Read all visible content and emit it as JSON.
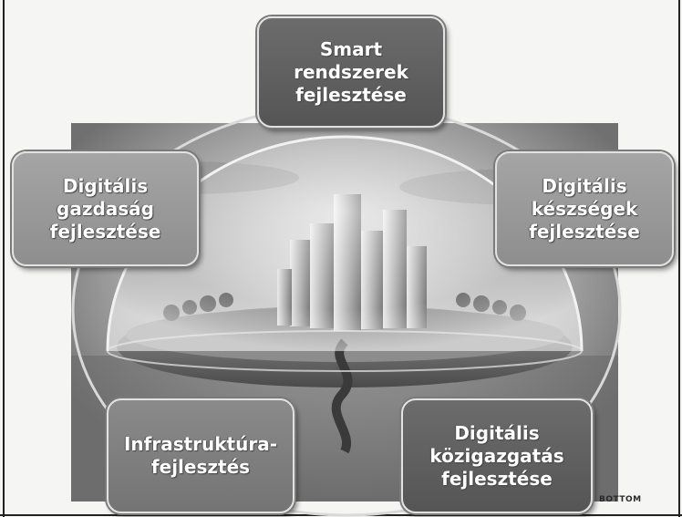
{
  "diagram": {
    "nodes": [
      {
        "id": "smart",
        "label": "Smart\nrendszerek\nfejlesztése"
      },
      {
        "id": "gazdasag",
        "label": "Digitális\ngazdaság\nfejlesztése"
      },
      {
        "id": "keszsegek",
        "label": "Digitális\nkészségek\nfejlesztése"
      },
      {
        "id": "infra",
        "label": "Infrastruktúra-\nfejlesztés"
      },
      {
        "id": "kozigazgatas",
        "label": "Digitális\nközigazgatás\nfejlesztése"
      }
    ],
    "logo_text": "BOTTOM"
  },
  "colors": {
    "box_dark": "#616161",
    "box_light": "#9b9b9b",
    "box_border": "#e2e2e2",
    "text": "#ffffff"
  }
}
